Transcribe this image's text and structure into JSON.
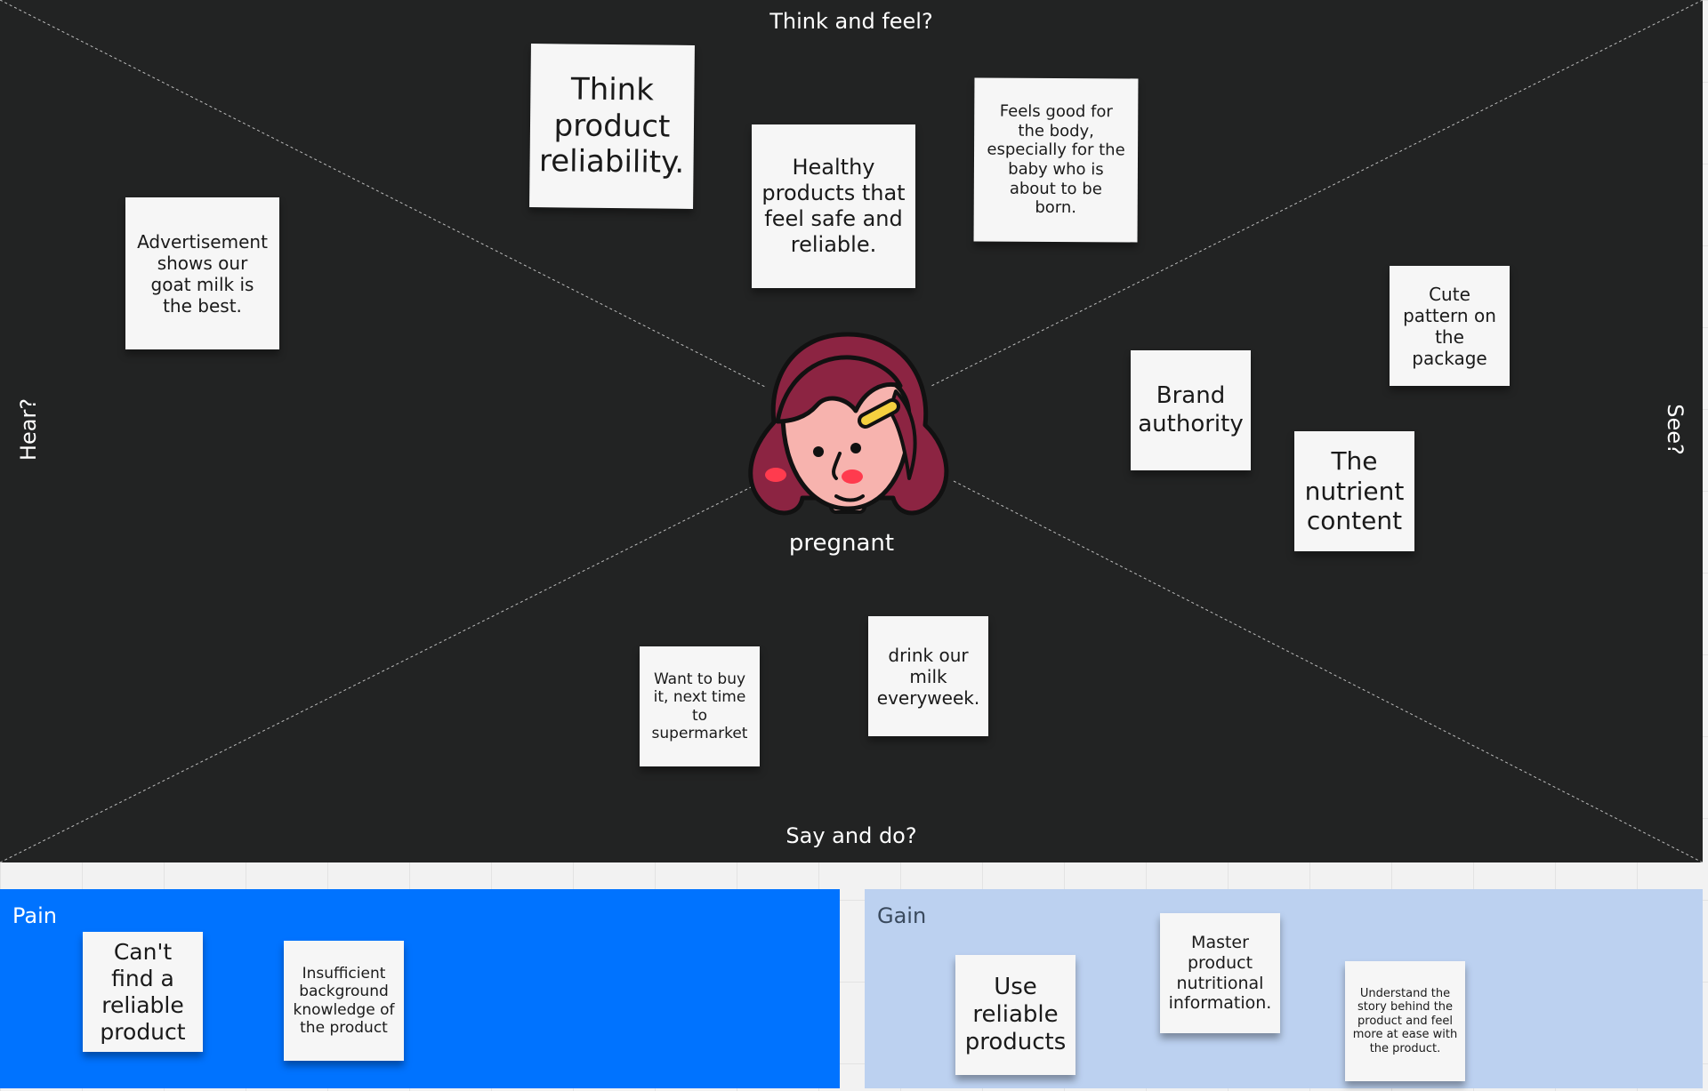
{
  "empathy_map": {
    "quadrant_labels": {
      "top": "Think and feel?",
      "bottom": "Say and do?",
      "left": "Hear?",
      "right": "See?"
    },
    "persona": {
      "label": "pregnant",
      "icon": "woman-face-icon"
    },
    "notes": {
      "think_reliability": "Think product reliability.",
      "healthy_products": "Healthy products that feel safe and reliable.",
      "feels_good": "Feels good for the body, especially for the baby who is about to be born.",
      "advertisement": "Advertisement shows our goat milk is the best.",
      "cute_pattern": "Cute pattern on the package",
      "brand_authority": "Brand authority",
      "nutrient_content": "The nutrient content",
      "want_to_buy": "Want to buy it, next time to supermarket",
      "drink_milk": "drink our milk everyweek."
    }
  },
  "pain": {
    "title": "Pain",
    "notes": [
      "Can't find a reliable product",
      "Insufficient background knowledge of the product"
    ]
  },
  "gain": {
    "title": "Gain",
    "notes": [
      "Use reliable products",
      "Master product nutritional information.",
      "Understand the story behind the product and feel more at ease with the product."
    ]
  },
  "colors": {
    "map_background": "#222323",
    "pain_background": "#0073ff",
    "gain_background": "#bcd1f0",
    "note_background": "#f6f6f6",
    "hair": "#8c2442",
    "skin": "#f7b3ae",
    "cheek": "#ff3b4e",
    "hair_clip": "#f4d03f"
  }
}
